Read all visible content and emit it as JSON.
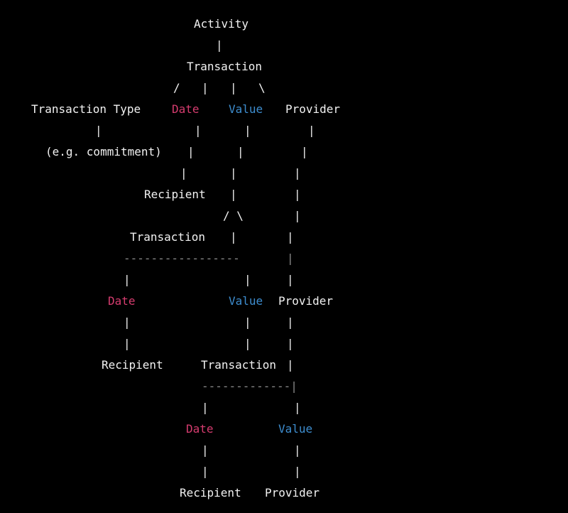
{
  "colors": {
    "background": "#000000",
    "text": "#f2f2f2",
    "date": "#d63c6f",
    "value": "#3e8ed0",
    "separator": "#8a8a8a"
  },
  "tokens": [
    {
      "name": "activity-node",
      "text": "Activity"
    },
    {
      "name": "edge-activity-transaction",
      "text": "|"
    },
    {
      "name": "transaction-node-top",
      "text": "Transaction"
    },
    {
      "name": "edge-slash-left",
      "text": "/"
    },
    {
      "name": "edge-pipe-a",
      "text": "|"
    },
    {
      "name": "edge-pipe-b",
      "text": "|"
    },
    {
      "name": "edge-backslash-right",
      "text": "\\"
    },
    {
      "name": "transaction-type-node",
      "text": "Transaction Type"
    },
    {
      "name": "date-node-1",
      "text": "Date",
      "color": "date"
    },
    {
      "name": "value-node-1",
      "text": "Value",
      "color": "value"
    },
    {
      "name": "provider-node-1",
      "text": "Provider"
    },
    {
      "name": "edge-pipe-c",
      "text": "|"
    },
    {
      "name": "edge-pipe-d",
      "text": "|"
    },
    {
      "name": "edge-pipe-e",
      "text": "|"
    },
    {
      "name": "edge-pipe-f",
      "text": "|"
    },
    {
      "name": "transaction-type-example",
      "text": "(e.g. commitment)"
    },
    {
      "name": "edge-pipe-g",
      "text": "|"
    },
    {
      "name": "edge-pipe-h",
      "text": "|"
    },
    {
      "name": "edge-pipe-i",
      "text": "|"
    },
    {
      "name": "edge-pipe-j",
      "text": "|"
    },
    {
      "name": "edge-pipe-k",
      "text": "|"
    },
    {
      "name": "edge-pipe-l",
      "text": "|"
    },
    {
      "name": "recipient-node-1",
      "text": "Recipient"
    },
    {
      "name": "edge-pipe-m",
      "text": "|"
    },
    {
      "name": "edge-pipe-n",
      "text": "|"
    },
    {
      "name": "edge-fork-2",
      "text": "/ \\"
    },
    {
      "name": "edge-pipe-o",
      "text": "|"
    },
    {
      "name": "transaction-node-2",
      "text": "Transaction"
    },
    {
      "name": "edge-pipe-p",
      "text": "|"
    },
    {
      "name": "edge-pipe-q",
      "text": "|"
    },
    {
      "name": "separator-line-1",
      "text": "-----------------",
      "color": "separator"
    },
    {
      "name": "edge-pipe-r",
      "text": "|",
      "color": "separator"
    },
    {
      "name": "edge-pipe-s",
      "text": "|"
    },
    {
      "name": "edge-pipe-t",
      "text": "|"
    },
    {
      "name": "edge-pipe-u",
      "text": "|"
    },
    {
      "name": "date-node-2",
      "text": "Date",
      "color": "date"
    },
    {
      "name": "value-node-2",
      "text": "Value",
      "color": "value"
    },
    {
      "name": "provider-node-2",
      "text": "Provider"
    },
    {
      "name": "edge-pipe-v",
      "text": "|"
    },
    {
      "name": "edge-pipe-w",
      "text": "|"
    },
    {
      "name": "edge-pipe-x",
      "text": "|"
    },
    {
      "name": "edge-pipe-y",
      "text": "|"
    },
    {
      "name": "edge-pipe-z",
      "text": "|"
    },
    {
      "name": "edge-pipe-aa",
      "text": "|"
    },
    {
      "name": "recipient-node-2",
      "text": "Recipient"
    },
    {
      "name": "transaction-node-3",
      "text": "Transaction"
    },
    {
      "name": "edge-pipe-ab",
      "text": "|"
    },
    {
      "name": "separator-line-2",
      "text": "-------------|",
      "color": "separator"
    },
    {
      "name": "edge-pipe-ac",
      "text": "|"
    },
    {
      "name": "edge-pipe-ad",
      "text": "|"
    },
    {
      "name": "date-node-3",
      "text": "Date",
      "color": "date"
    },
    {
      "name": "value-node-3",
      "text": "Value",
      "color": "value"
    },
    {
      "name": "edge-pipe-ae",
      "text": "|"
    },
    {
      "name": "edge-pipe-af",
      "text": "|"
    },
    {
      "name": "edge-pipe-ag",
      "text": "|"
    },
    {
      "name": "edge-pipe-ah",
      "text": "|"
    },
    {
      "name": "recipient-node-3",
      "text": "Recipient"
    },
    {
      "name": "provider-node-3",
      "text": "Provider"
    }
  ]
}
